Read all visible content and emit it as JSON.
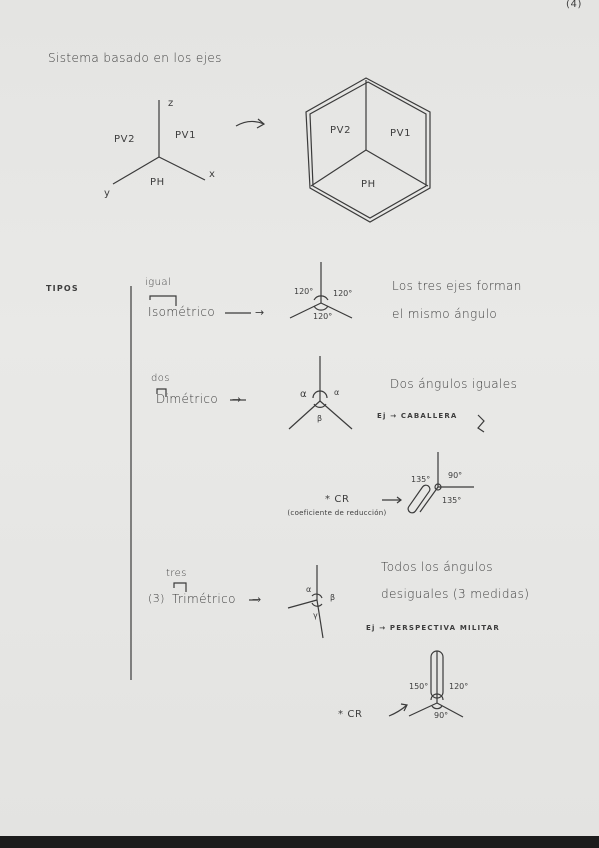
{
  "page_number": "(4)",
  "heading": "Sistema basado en los ejes",
  "axes_diagram": {
    "z": "z",
    "x": "x",
    "y": "y",
    "pv2": "PV2",
    "pv1": "PV1",
    "ph": "PH"
  },
  "cube_diagram": {
    "pv2": "PV2",
    "pv1": "PV1",
    "ph": "PH"
  },
  "tipos_label": "TIPOS",
  "isometrico": {
    "note_above": "igual",
    "name": "Isométrico",
    "arrow": "→",
    "angle_left": "120°",
    "angle_right": "120°",
    "angle_bottom": "120°",
    "description_1": "Los tres ejes forman",
    "description_2": "el mismo ángulo"
  },
  "dimetrico": {
    "note_above": "dos",
    "name": "Dimétrico",
    "arrow": "→",
    "angle_alpha_left": "α",
    "angle_alpha_right": "α",
    "angle_beta": "β",
    "description": "Dos ángulos iguales",
    "example": "Ej → CABALLERA",
    "cr_label": "* CR",
    "cr_note": "(coeficiente de reducción)",
    "cr_arrow": "→",
    "angle_135_a": "135°",
    "angle_90": "90°",
    "angle_135_b": "135°"
  },
  "trimetrico": {
    "note_above": "tres",
    "prefix": "(3)",
    "name": "Trimétrico",
    "arrow": "→",
    "angle_alpha": "α",
    "angle_beta": "β",
    "angle_gamma": "γ",
    "description_1": "Todos los ángulos",
    "description_2": "desiguales (3 medidas)",
    "example": "Ej → PERSPECTIVA MILITAR",
    "cr_label": "* CR",
    "cr_arrow": "→",
    "angle_150": "150°",
    "angle_120": "120°",
    "angle_90": "90°"
  }
}
